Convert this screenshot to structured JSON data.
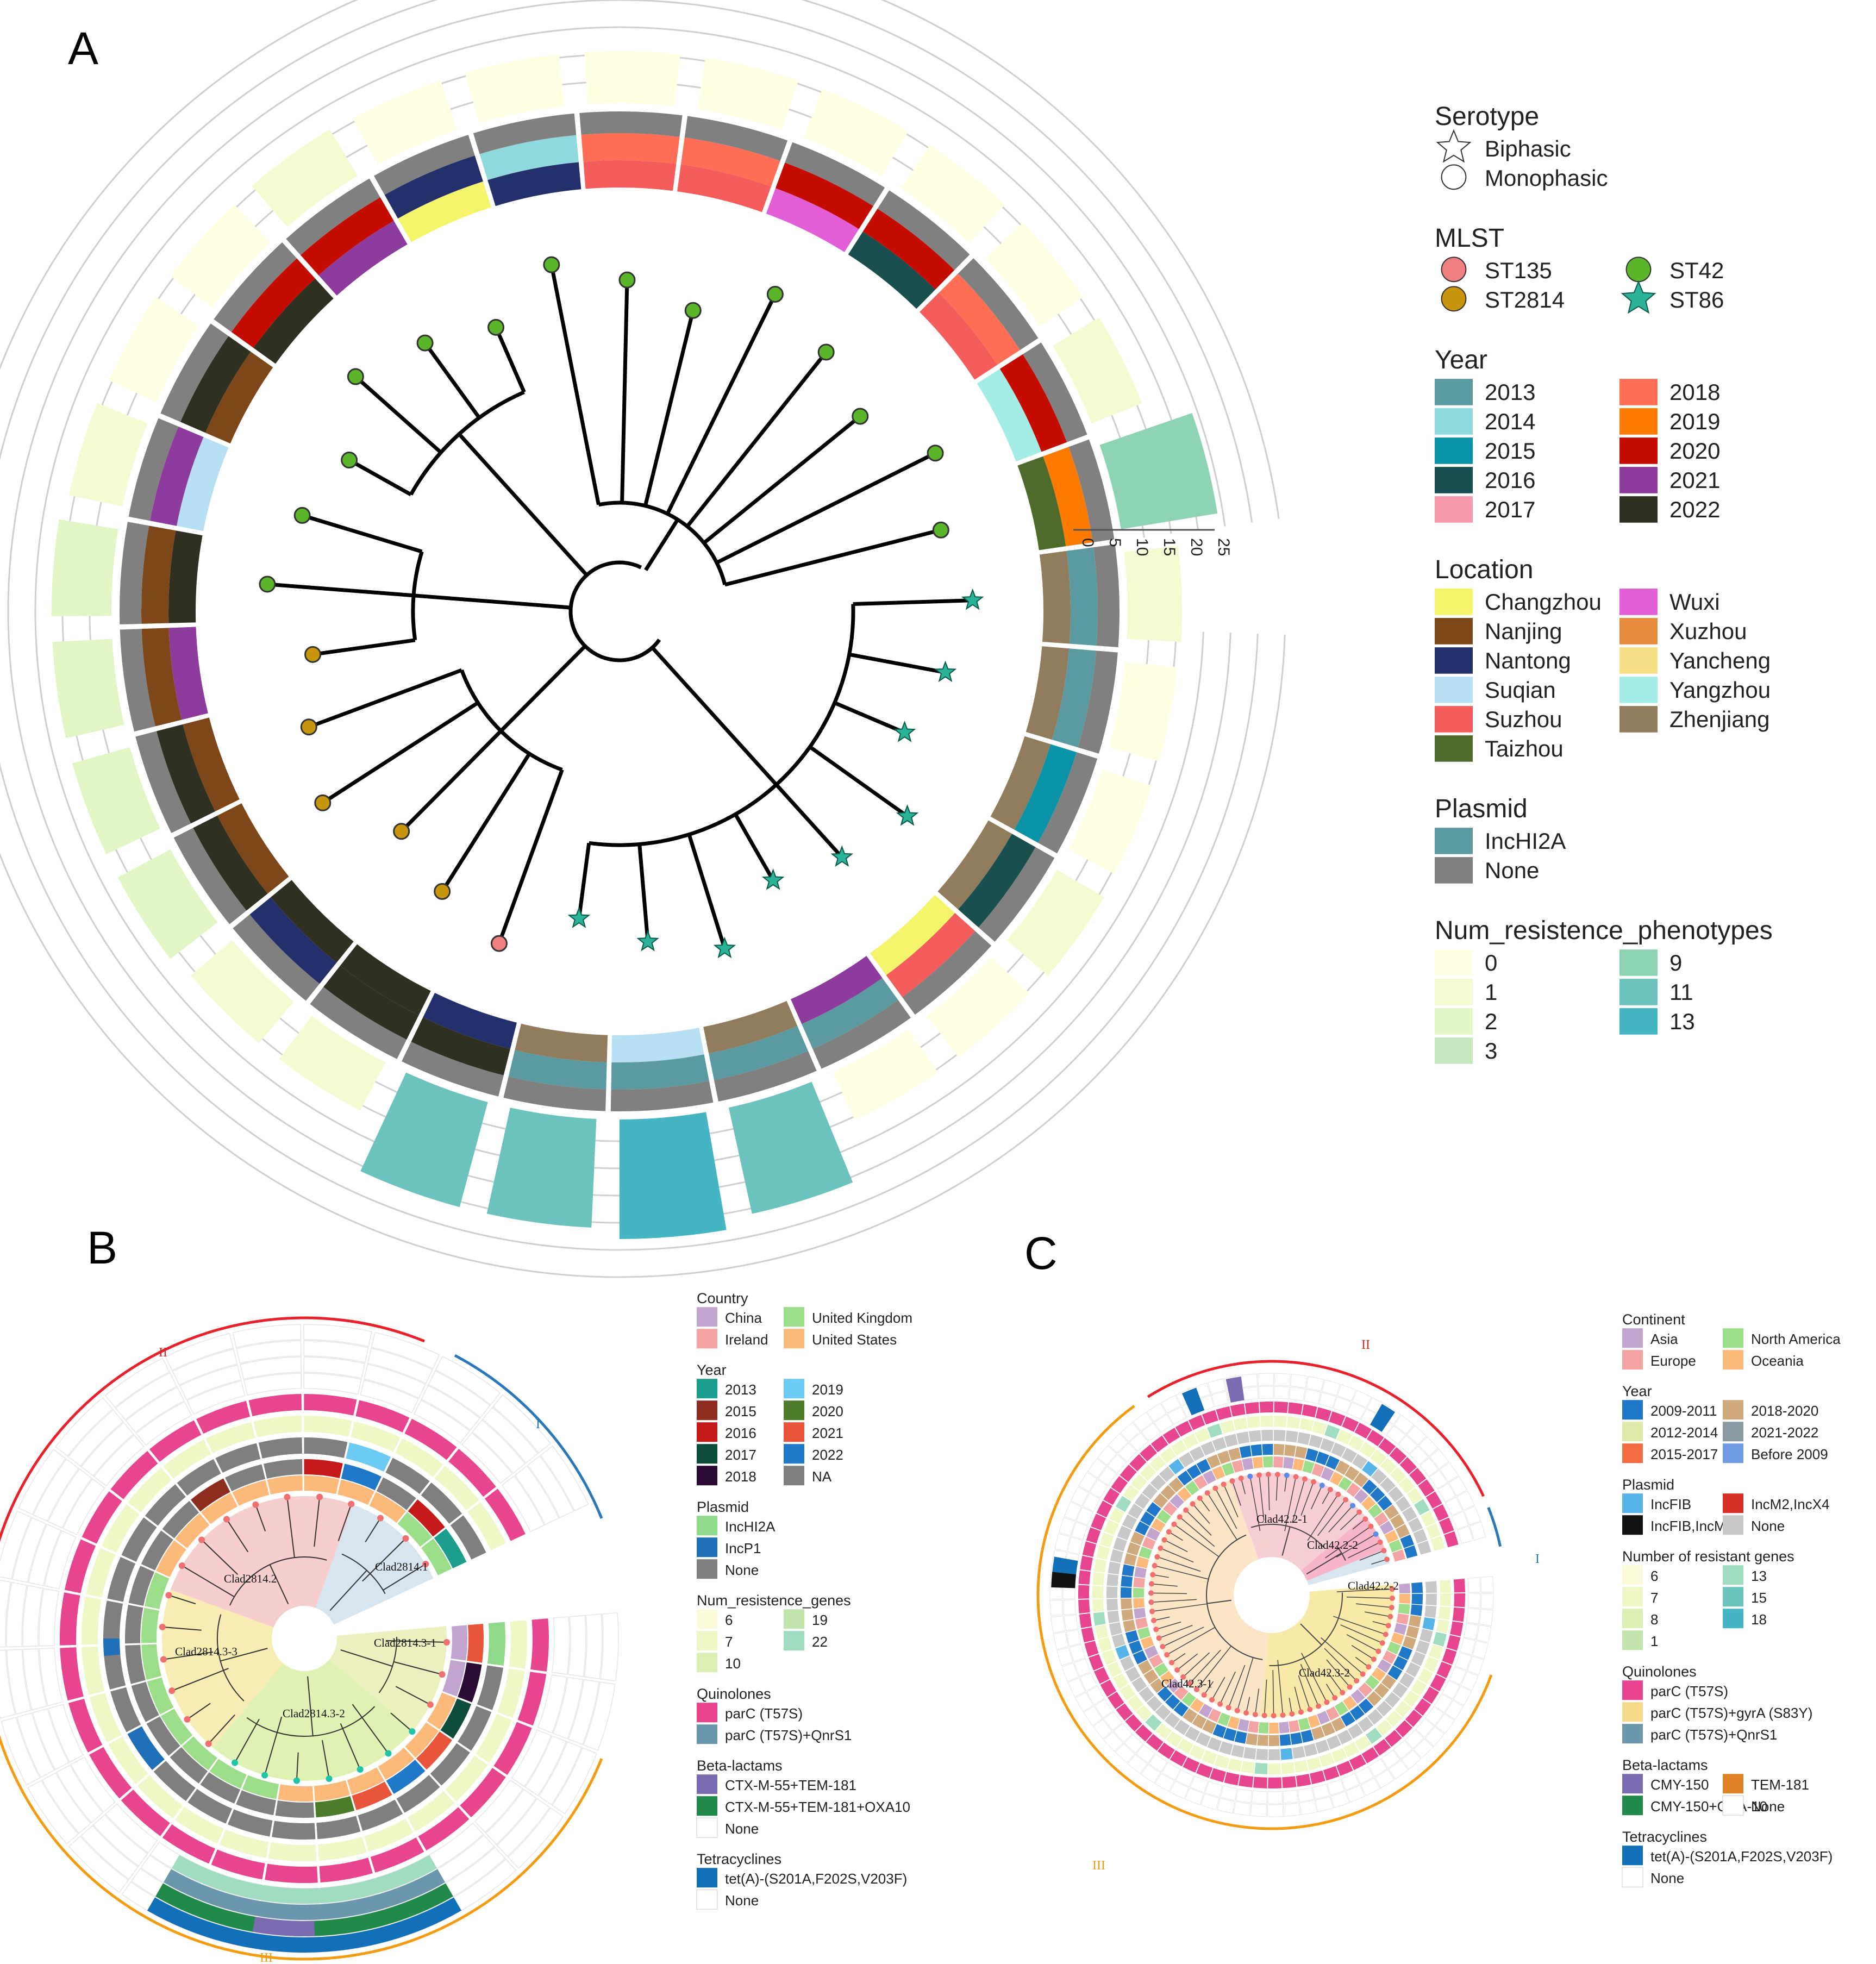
{
  "panels": {
    "A": {
      "label": "A",
      "scale_ticks": [
        "0",
        "5",
        "10",
        "15",
        "20",
        "25"
      ],
      "legends": [
        {
          "title": "Serotype",
          "kind": "shape",
          "cols": 1,
          "items": [
            {
              "label": "Biphasic",
              "shape": "star-outline",
              "color": "#ffffff"
            },
            {
              "label": "Monophasic",
              "shape": "circle-outline",
              "color": "#ffffff"
            }
          ]
        },
        {
          "title": "MLST",
          "kind": "shape",
          "cols": 2,
          "items": [
            {
              "label": "ST135",
              "shape": "circle",
              "color": "#f08080"
            },
            {
              "label": "ST2814",
              "shape": "circle",
              "color": "#c8960c"
            },
            {
              "label": "ST42",
              "shape": "circle",
              "color": "#5ab52a"
            },
            {
              "label": "ST86",
              "shape": "star",
              "color": "#2bb39a"
            }
          ]
        },
        {
          "title": "Year",
          "kind": "box",
          "cols": 2,
          "items": [
            {
              "label": "2013",
              "color": "#5b9aa0"
            },
            {
              "label": "2014",
              "color": "#8fd9de"
            },
            {
              "label": "2015",
              "color": "#0a93a6"
            },
            {
              "label": "2016",
              "color": "#1a4f4f"
            },
            {
              "label": "2017",
              "color": "#f99aab"
            },
            {
              "label": "2018",
              "color": "#ff6e55"
            },
            {
              "label": "2019",
              "color": "#ff7a00"
            },
            {
              "label": "2020",
              "color": "#c40c00"
            },
            {
              "label": "2021",
              "color": "#8e3b9e"
            },
            {
              "label": "2022",
              "color": "#2f2f22"
            }
          ]
        },
        {
          "title": "Location",
          "kind": "box",
          "cols": 2,
          "items": [
            {
              "label": "Changzhou",
              "color": "#f4f56b"
            },
            {
              "label": "Nanjing",
              "color": "#7d4719"
            },
            {
              "label": "Nantong",
              "color": "#24306b"
            },
            {
              "label": "Suqian",
              "color": "#b8e0f5"
            },
            {
              "label": "Suzhou",
              "color": "#f55c5c"
            },
            {
              "label": "Taizhou",
              "color": "#4f6b2b"
            },
            {
              "label": "Wuxi",
              "color": "#e35fd6"
            },
            {
              "label": "Xuzhou",
              "color": "#e58b3c"
            },
            {
              "label": "Yancheng",
              "color": "#f7df88"
            },
            {
              "label": "Yangzhou",
              "color": "#a4ece6"
            },
            {
              "label": "Zhenjiang",
              "color": "#917c5d"
            }
          ]
        },
        {
          "title": "Plasmid",
          "kind": "box",
          "cols": 1,
          "items": [
            {
              "label": "IncHI2A",
              "color": "#5b9aa0"
            },
            {
              "label": "None",
              "color": "#808080"
            }
          ]
        },
        {
          "title": "Num_resistence_phenotypes",
          "kind": "box",
          "cols": 2,
          "items": [
            {
              "label": "0",
              "color": "#ffffe3"
            },
            {
              "label": "1",
              "color": "#f5fad2"
            },
            {
              "label": "2",
              "color": "#e2f5c4"
            },
            {
              "label": "3",
              "color": "#c6e8bf"
            },
            {
              "label": "9",
              "color": "#8fd3b5"
            },
            {
              "label": "11",
              "color": "#6cc2bd"
            },
            {
              "label": "13",
              "color": "#45b5c4"
            }
          ]
        }
      ]
    },
    "B": {
      "label": "B",
      "roman_labels": [
        "I",
        "II",
        "III"
      ],
      "clade_labels": [
        "Clad2814.2",
        "Clad2814.1",
        "Clad2814.3-3",
        "Clad2814.3-1",
        "Clad2814.3-2"
      ],
      "legends": [
        {
          "title": "Country",
          "kind": "box",
          "cols": 2,
          "items": [
            {
              "label": "China",
              "color": "#c2a5cf"
            },
            {
              "label": "Ireland",
              "color": "#f4a3a3"
            },
            {
              "label": "United  Kingdom",
              "color": "#9bdd88"
            },
            {
              "label": "United  States",
              "color": "#fdb97a"
            }
          ]
        },
        {
          "title": "Year",
          "kind": "box",
          "cols": 2,
          "items": [
            {
              "label": "2013",
              "color": "#1b9e8e"
            },
            {
              "label": "2015",
              "color": "#8c2d1f"
            },
            {
              "label": "2016",
              "color": "#c41a1a"
            },
            {
              "label": "2017",
              "color": "#0d4d3c"
            },
            {
              "label": "2018",
              "color": "#2b0a33"
            },
            {
              "label": "2019",
              "color": "#6ccbf2"
            },
            {
              "label": "2020",
              "color": "#4c7b2a"
            },
            {
              "label": "2021",
              "color": "#e8553b"
            },
            {
              "label": "2022",
              "color": "#1f78c8"
            },
            {
              "label": "NA",
              "color": "#7f7f7f"
            }
          ]
        },
        {
          "title": "Plasmid",
          "kind": "box",
          "cols": 1,
          "items": [
            {
              "label": "IncHI2A",
              "color": "#8ed98a"
            },
            {
              "label": "IncP1",
              "color": "#1f70b8"
            },
            {
              "label": "None",
              "color": "#7f7f7f"
            }
          ]
        },
        {
          "title": "Num_resistence_genes",
          "kind": "box",
          "cols": 2,
          "items": [
            {
              "label": "6",
              "color": "#fbfbdc"
            },
            {
              "label": "7",
              "color": "#eef7c6"
            },
            {
              "label": "10",
              "color": "#dcf0b5"
            },
            {
              "label": "19",
              "color": "#c1e5ad"
            },
            {
              "label": "22",
              "color": "#9fdcc0"
            }
          ]
        },
        {
          "title": "Quinolones",
          "kind": "box",
          "cols": 1,
          "items": [
            {
              "label": "parC (T57S)",
              "color": "#e8458f"
            },
            {
              "label": "parC (T57S)+QnrS1",
              "color": "#6a97ab"
            }
          ]
        },
        {
          "title": "Beta-lactams",
          "kind": "box",
          "cols": 1,
          "items": [
            {
              "label": "CTX-M-55+TEM-181",
              "color": "#7b6bb0"
            },
            {
              "label": "CTX-M-55+TEM-181+OXA10",
              "color": "#218a4b"
            },
            {
              "label": "None",
              "color": "#ffffff"
            }
          ]
        },
        {
          "title": "Tetracyclines",
          "kind": "box",
          "cols": 1,
          "items": [
            {
              "label": "tet(A)-(S201A,F202S,V203F)",
              "color": "#1170b8"
            },
            {
              "label": "None",
              "color": "#ffffff"
            }
          ]
        }
      ]
    },
    "C": {
      "label": "C",
      "roman_labels": [
        "I",
        "II",
        "III"
      ],
      "clade_labels": [
        "Clad42.2-1",
        "Clad42.2-2",
        "Clad42.2-2",
        "Clad42.3-1",
        "Clad42.3-2"
      ],
      "legends": [
        {
          "title": "Continent",
          "kind": "box",
          "cols": 2,
          "items": [
            {
              "label": "Asia",
              "color": "#c2a5cf"
            },
            {
              "label": "Europe",
              "color": "#f4a3a3"
            },
            {
              "label": "North  America",
              "color": "#9bdd88"
            },
            {
              "label": "Oceania",
              "color": "#fdb97a"
            }
          ]
        },
        {
          "title": "Year",
          "kind": "box",
          "cols": 2,
          "items": [
            {
              "label": "2009-2011",
              "color": "#1f78c8"
            },
            {
              "label": "2012-2014",
              "color": "#dfe8a8"
            },
            {
              "label": "2015-2017",
              "color": "#f36b43"
            },
            {
              "label": "2018-2020",
              "color": "#d0aa7c"
            },
            {
              "label": "2021-2022",
              "color": "#8a9aa3"
            },
            {
              "label": "Before 2009",
              "color": "#6f9be3"
            }
          ]
        },
        {
          "title": "Plasmid",
          "kind": "box",
          "cols": 2,
          "items": [
            {
              "label": "IncFIB",
              "color": "#56b4e9"
            },
            {
              "label": "IncFIB,IncM1",
              "color": "#111111"
            },
            {
              "label": "IncM2,IncX4",
              "color": "#d73027"
            },
            {
              "label": "None",
              "color": "#c8c8c8"
            }
          ]
        },
        {
          "title": "Number of resistant genes",
          "kind": "box",
          "cols": 2,
          "items": [
            {
              "label": "6",
              "color": "#fbfbdc"
            },
            {
              "label": "7",
              "color": "#eef7c6"
            },
            {
              "label": "8",
              "color": "#dcf0b5"
            },
            {
              "label": "1",
              "color": "#c1e5ad"
            },
            {
              "label": "13",
              "color": "#9fdcc0"
            },
            {
              "label": "15",
              "color": "#6cc5bd"
            },
            {
              "label": "18",
              "color": "#45b5c4"
            }
          ]
        },
        {
          "title": "Quinolones",
          "kind": "box",
          "cols": 1,
          "items": [
            {
              "label": "parC (T57S)",
              "color": "#e8458f"
            },
            {
              "label": "parC (T57S)+gyrA (S83Y)",
              "color": "#f8d98a"
            },
            {
              "label": "parC (T57S)+QnrS1",
              "color": "#6a97ab"
            }
          ]
        },
        {
          "title": "Beta-lactams",
          "kind": "box",
          "cols": 2,
          "items": [
            {
              "label": "CMY-150",
              "color": "#7b6bb0"
            },
            {
              "label": "CMY-150+OXA-10",
              "color": "#218a4b"
            },
            {
              "label": "TEM-181",
              "color": "#e08228"
            },
            {
              "label": "None",
              "color": "#ffffff"
            }
          ]
        },
        {
          "title": "Tetracyclines",
          "kind": "box",
          "cols": 1,
          "items": [
            {
              "label": "tet(A)-(S201A,F202S,V203F)",
              "color": "#1170b8"
            },
            {
              "label": "None",
              "color": "#ffffff"
            }
          ]
        }
      ]
    }
  }
}
